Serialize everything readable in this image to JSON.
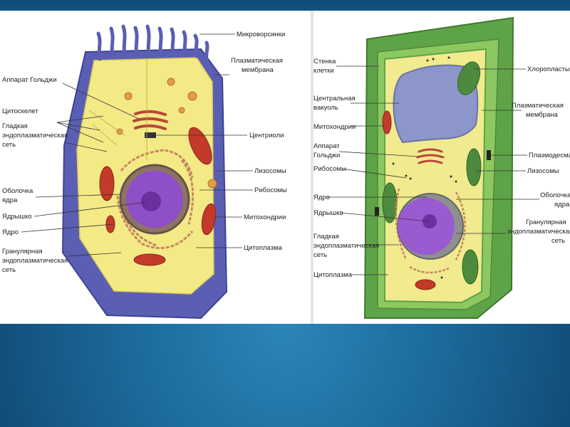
{
  "animal_cell": {
    "labels": {
      "microvilli": "Микроворсинки",
      "membrane_1": "Плазматическая",
      "membrane_2": "мембрана",
      "golgi": "Аппарат Гольджи",
      "cytoskeleton": "Цитоскелет",
      "smooth_er_1": "Гладкая",
      "smooth_er_2": "эндоплазматическая",
      "smooth_er_3": "сеть",
      "centrioles": "Центриоли",
      "lysosomes": "Лизосомы",
      "envelope_1": "Оболочка",
      "envelope_2": "ядра",
      "ribosomes": "Рибосомы",
      "nucleolus": "Ядрышко",
      "mitochondria": "Митохондрии",
      "nucleus": "Ядро",
      "rough_er_1": "Гранулярная",
      "rough_er_2": "эндоплазматическая",
      "rough_er_3": "сеть",
      "cytoplasm": "Цитоплазма"
    }
  },
  "plant_cell": {
    "labels": {
      "wall_1": "Стенка",
      "wall_2": "клетки",
      "chloroplasts": "Хлоропласты",
      "vacuole_1": "Центральная",
      "vacuole_2": "вакуоль",
      "membrane_1": "Плазматическая",
      "membrane_2": "мембрана",
      "mitochondria": "Митохондрии",
      "golgi_1": "Аппарат",
      "golgi_2": "Гольджи",
      "plasmodesma": "Плазмодесма",
      "lysosomes": "Лизосомы",
      "ribosomes": "Рибосомы",
      "nucleus": "Ядро",
      "envelope_1": "Оболочка",
      "envelope_2": "ядра",
      "nucleolus": "Ядрышко",
      "rough_er_1": "Гранулярная",
      "rough_er_2": "эндоплазматическая",
      "rough_er_3": "сеть",
      "smooth_er_1": "Гладкая",
      "smooth_er_2": "эндоплазматическая",
      "smooth_er_3": "сеть",
      "cytoplasm": "Цитоплазма"
    }
  },
  "colors": {
    "animal_membrane": "#5a5fb3",
    "cytoplasm": "#f3ea86",
    "nucleus": "#8e4fc7",
    "plant_wall": "#5fa348",
    "chloroplast": "#4e8a3e",
    "vacuole": "#8d96c9",
    "mitochondria": "#c33a2a",
    "background": "#1c6a9c"
  }
}
